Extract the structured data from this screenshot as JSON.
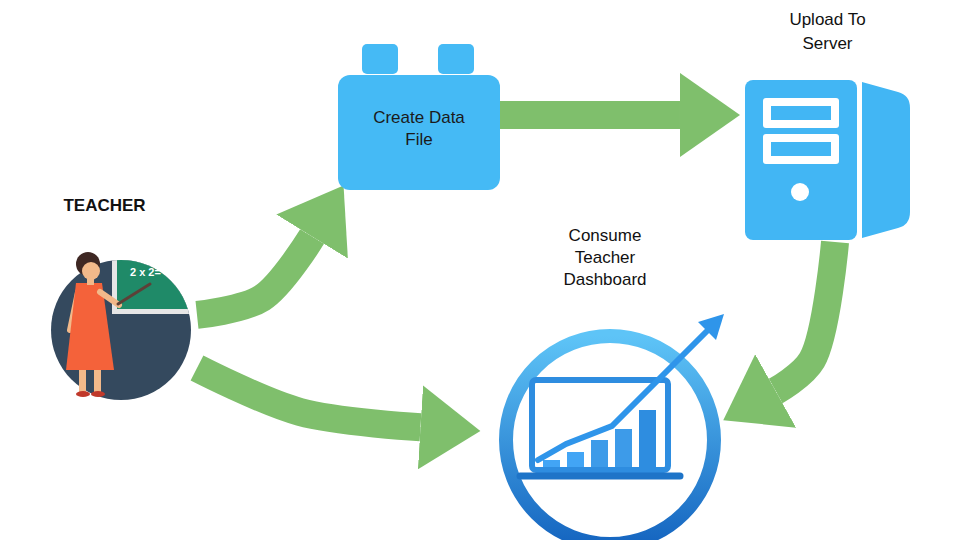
{
  "diagram": {
    "nodes": [
      {
        "text": [
          "TEACHER"
        ]
      },
      {
        "text": [
          "Create Data File"
        ]
      },
      {
        "text": [
          "Upload To Server"
        ]
      },
      {
        "text": [
          "Consume Teacher Dashboard"
        ]
      }
    ],
    "edges": [
      {
        "from": 0,
        "to": 1,
        "arrow": "to"
      },
      {
        "from": 1,
        "to": 2,
        "arrow": "to"
      },
      {
        "from": 2,
        "to": 3,
        "arrow": "to"
      },
      {
        "from": 0,
        "to": 3,
        "arrow": "to"
      }
    ],
    "labels": [
      "2 x 2="
    ]
  }
}
